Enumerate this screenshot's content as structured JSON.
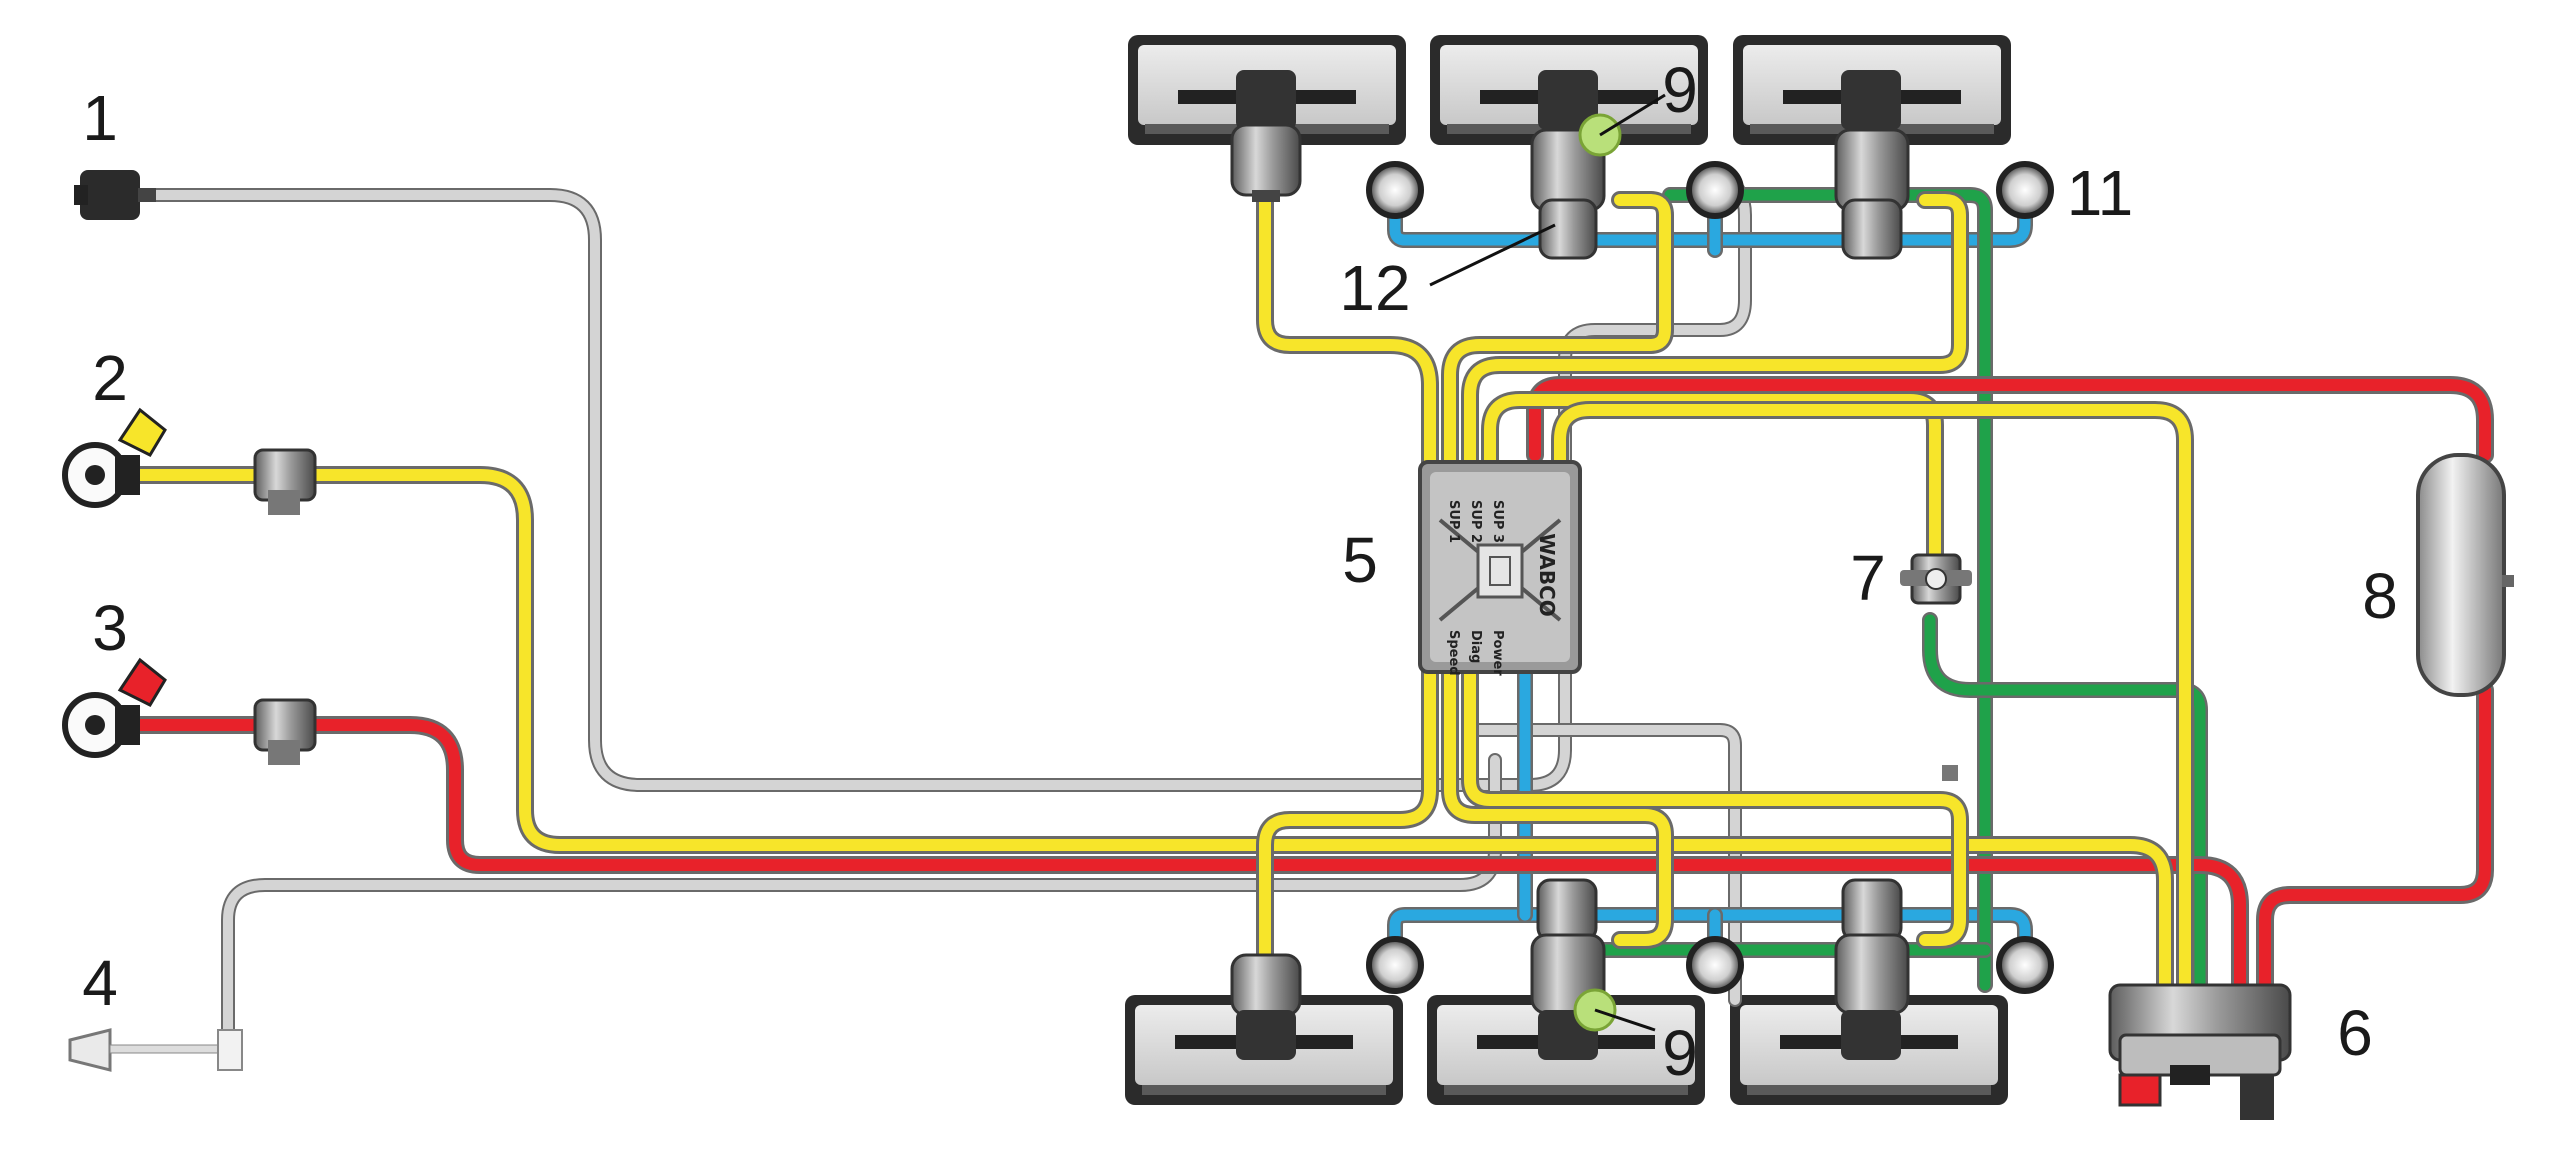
{
  "labels": {
    "l1": "1",
    "l2": "2",
    "l3": "3",
    "l4": "4",
    "l5": "5",
    "l6": "6",
    "l7": "7",
    "l8": "8",
    "l9a": "9",
    "l9b": "9",
    "l11": "11",
    "l12": "12"
  },
  "modulator": {
    "brand": "WABCO",
    "ports": [
      "SUP 1",
      "SUP 2",
      "SUP 3",
      "Diag",
      "Power",
      "Speed"
    ]
  },
  "colors": {
    "supply_red": "#e8222a",
    "control_yellow": "#f7e52a",
    "suspension_blue": "#2aa8e0",
    "level_green": "#1fa24a",
    "electric_grey": "#d4d4d4"
  }
}
